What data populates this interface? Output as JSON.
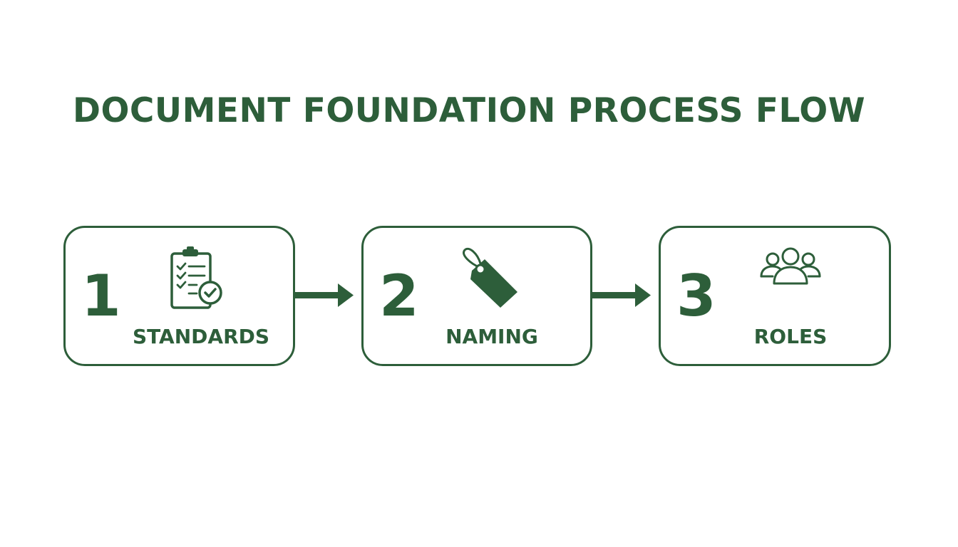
{
  "diagram": {
    "title": "DOCUMENT FOUNDATION PROCESS FLOW",
    "accent_color": "#2d5e3a",
    "steps": [
      {
        "number": "1",
        "label": "STANDARDS",
        "icon": "clipboard-checklist-icon"
      },
      {
        "number": "2",
        "label": "NAMING",
        "icon": "tag-icon"
      },
      {
        "number": "3",
        "label": "ROLES",
        "icon": "people-group-icon"
      }
    ]
  }
}
